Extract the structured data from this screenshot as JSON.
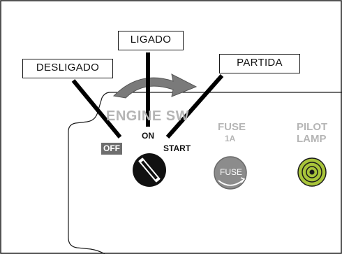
{
  "callouts": {
    "desligado": "DESLIGADO",
    "ligado": "LIGADO",
    "partida": "PARTIDA"
  },
  "panel": {
    "engine_sw_label": "ENGINE SW",
    "off_label": "OFF",
    "on_label": "ON",
    "start_label": "START",
    "fuse_label_line1": "FUSE",
    "fuse_label_line2": "1A",
    "fuse_cap_text": "FUSE",
    "pilot_label_line1": "PILOT",
    "pilot_label_line2": "LAMP"
  },
  "colors": {
    "panel_label_gray": "#b5b5b5",
    "lamp_green": "#a8c43a",
    "fuse_gray": "#8c8c8c",
    "arrow_gray": "#7a7a7a",
    "off_badge": "#6e6e6e"
  }
}
